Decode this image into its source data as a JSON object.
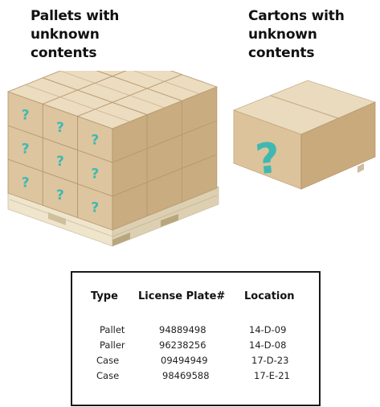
{
  "headings": {
    "pallets": [
      "Pallets with",
      "unknown",
      "contents"
    ],
    "cartons": [
      "Cartons with",
      "unknown",
      "contents"
    ]
  },
  "pallet_mark": "?",
  "carton_mark": "?",
  "colors": {
    "box_front": "#ddc5a0",
    "box_side": "#c9ac80",
    "box_top": "#ecdcc0",
    "question_mark": "#3fb9b0",
    "pallet_wood": "#e8dcc0"
  },
  "table": {
    "headers": [
      "Type",
      "License Plate#",
      "Location"
    ],
    "rows": [
      [
        "Pallet",
        "94889498",
        "14-D-09"
      ],
      [
        "Paller",
        "96238256",
        "14-D-08"
      ],
      [
        "Case",
        "09494949",
        "17-D-23"
      ],
      [
        "Case",
        "98469588",
        "17-E-21"
      ]
    ]
  }
}
